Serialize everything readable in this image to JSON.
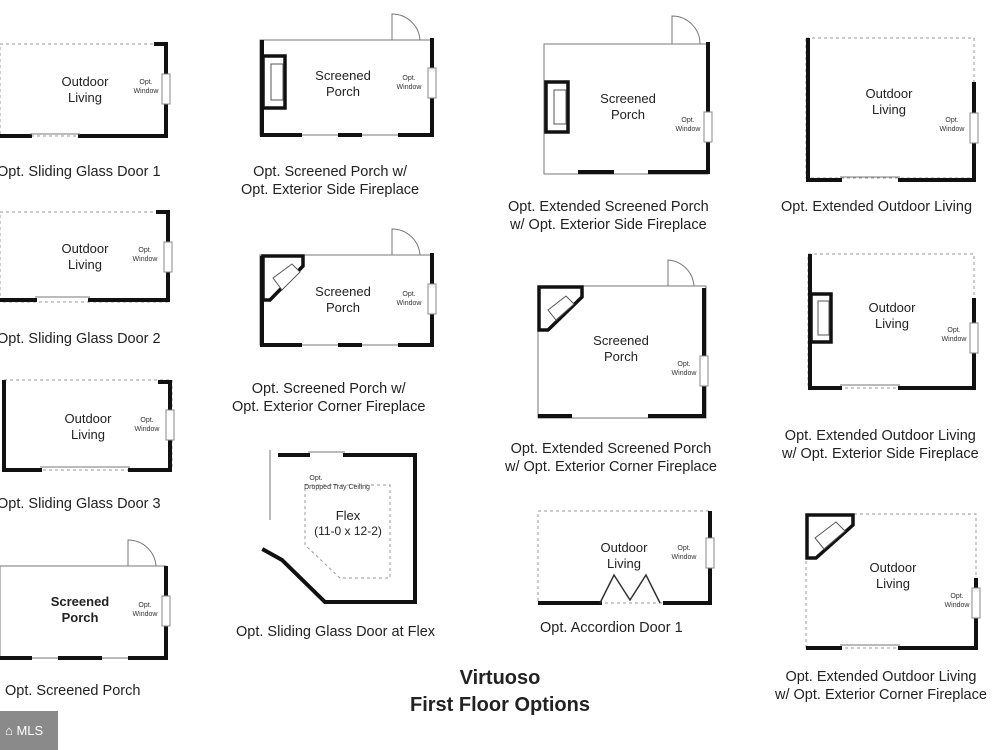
{
  "captions": {
    "c1": "Opt. Sliding Glass Door 1",
    "c2": "Opt. Sliding Glass Door 2",
    "c3": "Opt. Sliding Glass Door 3",
    "c4": "Opt. Screened Porch",
    "c5a": "Opt. Screened Porch w/",
    "c5b": "Opt. Exterior Side Fireplace",
    "c6a": "Opt. Screened Porch w/",
    "c6b": "Opt. Exterior Corner Fireplace",
    "c7": "Opt. Sliding Glass Door at Flex",
    "c8a": "Opt. Extended Screened Porch",
    "c8b": "w/ Opt. Exterior Side Fireplace",
    "c9a": "Opt. Extended Screened Porch",
    "c9b": "w/ Opt. Exterior Corner Fireplace",
    "c10": "Opt. Accordion Door 1",
    "c11": "Opt. Extended Outdoor Living",
    "c12a": "Opt. Extended Outdoor Living",
    "c12b": "w/ Opt. Exterior Side Fireplace",
    "c13a": "Opt. Extended Outdoor Living",
    "c13b": "w/ Opt. Exterior Corner Fireplace"
  },
  "labels": {
    "outdoor": "Outdoor",
    "living": "Living",
    "screened": "Screened",
    "porch": "Porch",
    "opt": "Opt.",
    "window": "Window",
    "flex": "Flex",
    "flex_dims": "(11-0 x 12-2)",
    "tray1": "Opt.",
    "tray2": "Dropped Tray Ceiling"
  },
  "title": {
    "line1": "Virtuoso",
    "line2": "First Floor Options"
  },
  "watermark": "MLS"
}
